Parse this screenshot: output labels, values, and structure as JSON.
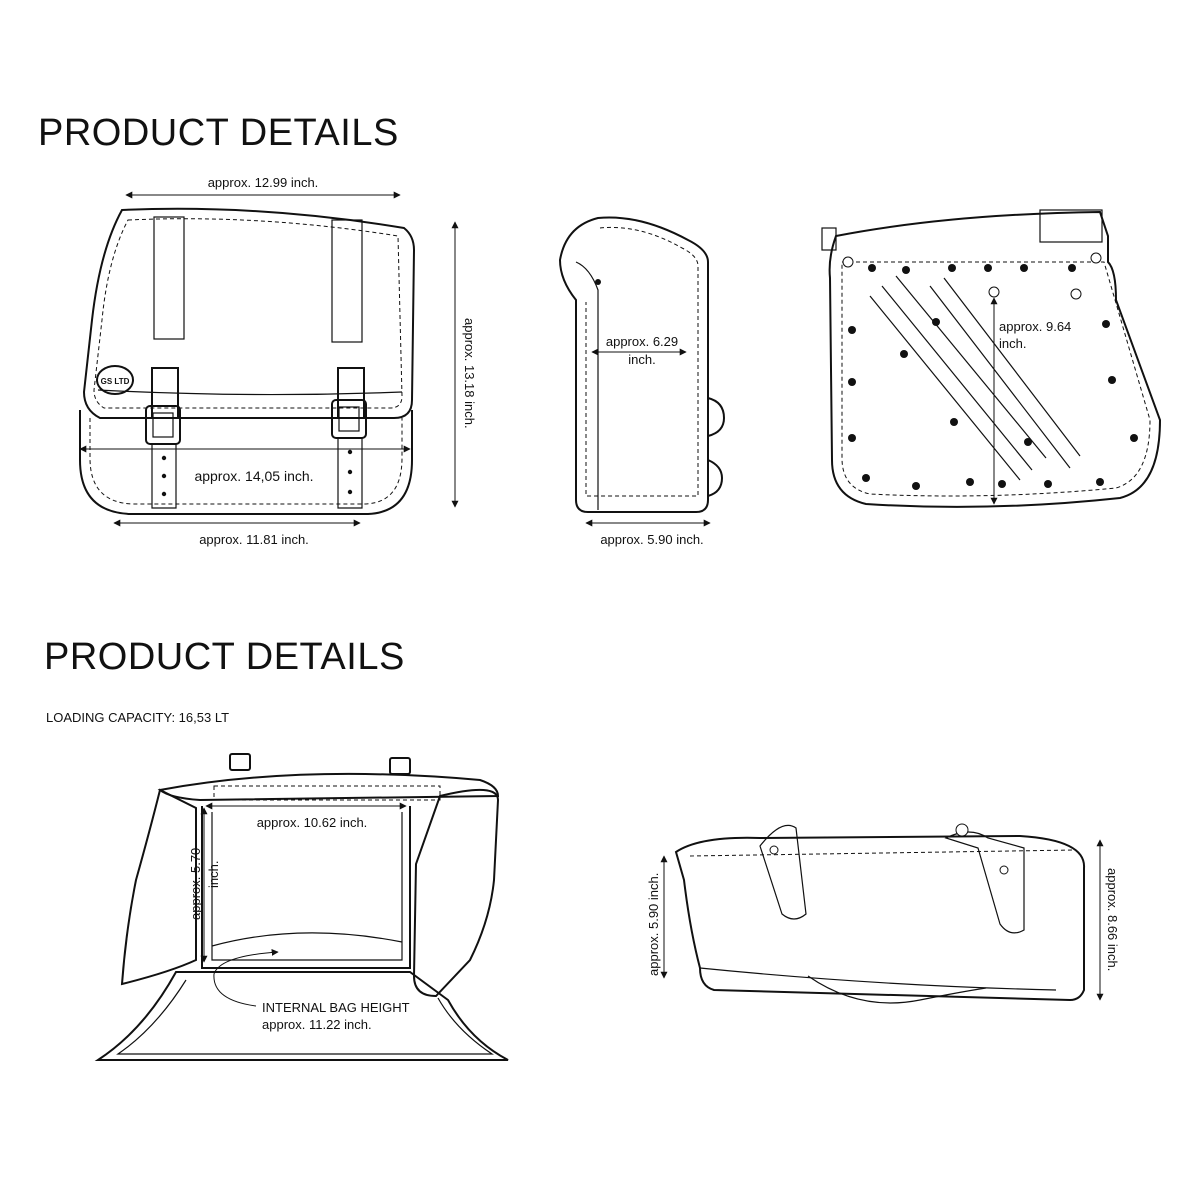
{
  "sections": [
    {
      "title": "PRODUCT DETAILS"
    },
    {
      "title": "PRODUCT DETAILS",
      "capacity": "LOADING CAPACITY: 16,53 LT"
    }
  ],
  "front_view": {
    "logo": "GS LTD",
    "top_width": "approx. 12.99 inch.",
    "body_width": "approx. 14,05 inch.",
    "bottom_width": "approx. 11.81 inch.",
    "height": "approx. 13.18 inch."
  },
  "side_view": {
    "depth_top": "approx. 6.29",
    "depth_top_unit": "inch.",
    "depth_bottom": "approx. 5.90 inch."
  },
  "back_view": {
    "height": "approx. 9.64",
    "height_unit": "inch."
  },
  "open_view": {
    "inner_width": "approx. 10.62 inch.",
    "inner_depth": "approx. 5.70",
    "inner_depth_unit": "inch.",
    "callout_title": "INTERNAL BAG HEIGHT",
    "callout_value": "approx. 11.22 inch."
  },
  "top_view": {
    "left_height": "approx. 5.90 inch.",
    "right_height": "approx. 8.66 inch."
  }
}
